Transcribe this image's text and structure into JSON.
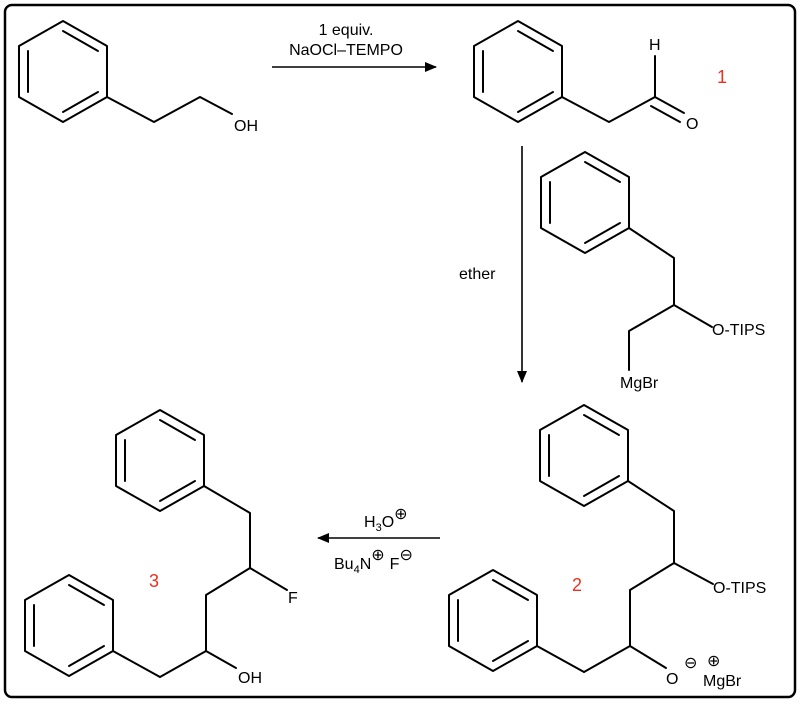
{
  "frame": {
    "border_color": "#000000",
    "background": "#ffffff"
  },
  "compound_label_color": "#e8321e",
  "step1": {
    "reagent_line1": "1 equiv.",
    "reagent_line2": "NaOCl–TEMPO"
  },
  "start_material": {
    "oh": "OH"
  },
  "compound1": {
    "number": "1",
    "h": "H",
    "o": "O"
  },
  "step2": {
    "solvent": "ether"
  },
  "grignard": {
    "otips": "O-TIPS",
    "mgbr": "MgBr"
  },
  "compound2": {
    "number": "2",
    "otips": "O-TIPS",
    "o": "O",
    "minus": "⊖",
    "plus": "⊕",
    "mgbr": "MgBr"
  },
  "step3": {
    "h3o": "H",
    "h3o_sub": "3",
    "h3o_o": "O",
    "h3o_plus": "⊕",
    "bu": "Bu",
    "bu_sub": "4",
    "bu_n": "N",
    "bu_plus": "⊕",
    "f": "F",
    "f_minus": "⊖"
  },
  "compound3": {
    "number": "3",
    "f": "F",
    "oh": "OH"
  }
}
